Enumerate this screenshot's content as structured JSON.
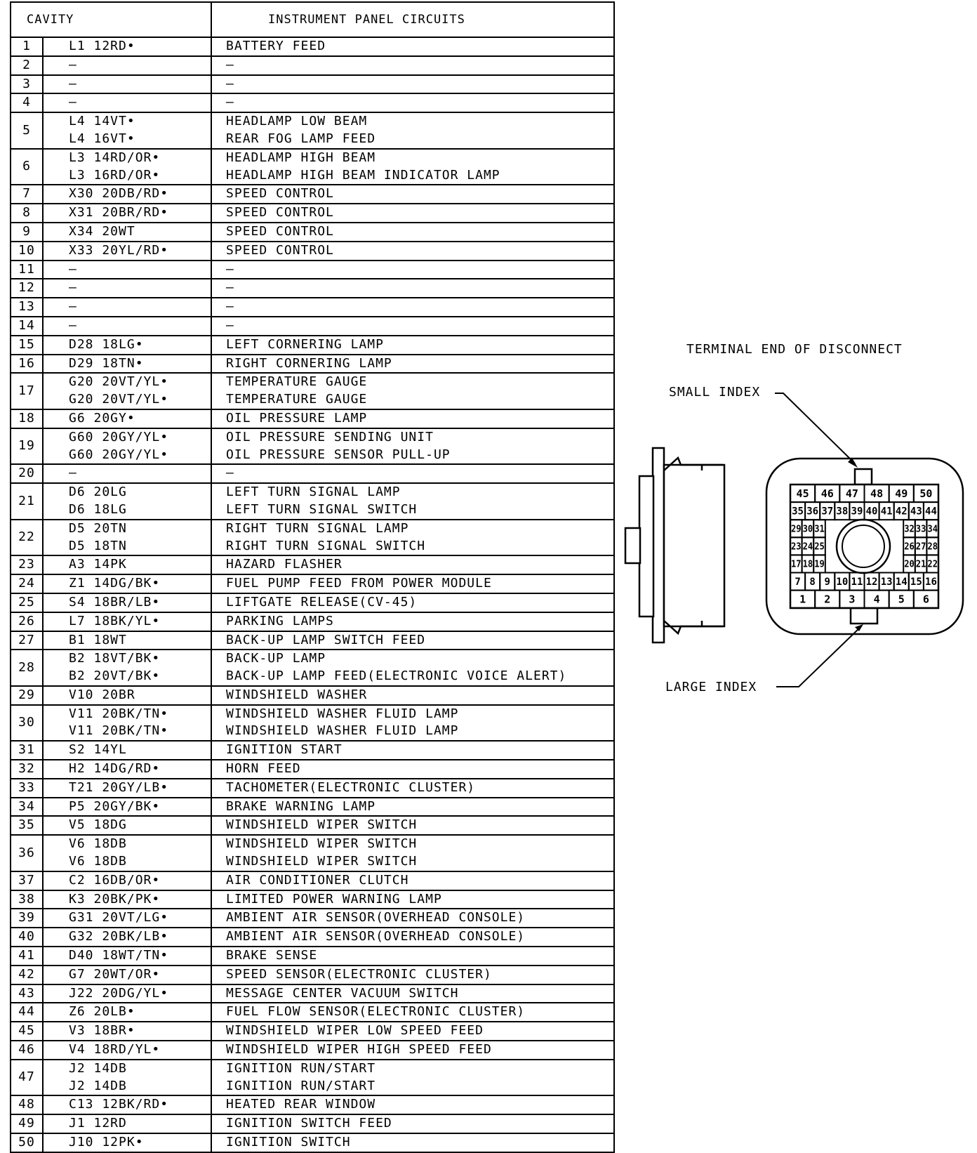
{
  "table": {
    "header_cavity": "CAVITY",
    "header_title": "INSTRUMENT PANEL CIRCUITS",
    "rows": [
      {
        "cavity": "1",
        "lines": [
          [
            "L1 12RD•",
            "BATTERY FEED"
          ]
        ]
      },
      {
        "cavity": "2",
        "lines": [
          [
            "—",
            "—"
          ]
        ]
      },
      {
        "cavity": "3",
        "lines": [
          [
            "—",
            "—"
          ]
        ]
      },
      {
        "cavity": "4",
        "lines": [
          [
            "—",
            "—"
          ]
        ]
      },
      {
        "cavity": "5",
        "lines": [
          [
            "L4 14VT•",
            "HEADLAMP LOW BEAM"
          ],
          [
            "L4 16VT•",
            "REAR FOG LAMP FEED"
          ]
        ]
      },
      {
        "cavity": "6",
        "lines": [
          [
            "L3 14RD/OR•",
            "HEADLAMP HIGH BEAM"
          ],
          [
            "L3 16RD/OR•",
            "HEADLAMP HIGH BEAM INDICATOR LAMP"
          ]
        ]
      },
      {
        "cavity": "7",
        "lines": [
          [
            "X30 20DB/RD•",
            "SPEED CONTROL"
          ]
        ]
      },
      {
        "cavity": "8",
        "lines": [
          [
            "X31 20BR/RD•",
            "SPEED CONTROL"
          ]
        ]
      },
      {
        "cavity": "9",
        "lines": [
          [
            "X34 20WT",
            "SPEED CONTROL"
          ]
        ]
      },
      {
        "cavity": "10",
        "lines": [
          [
            "X33 20YL/RD•",
            "SPEED CONTROL"
          ]
        ]
      },
      {
        "cavity": "11",
        "lines": [
          [
            "—",
            "—"
          ]
        ]
      },
      {
        "cavity": "12",
        "lines": [
          [
            "—",
            "—"
          ]
        ]
      },
      {
        "cavity": "13",
        "lines": [
          [
            "—",
            "—"
          ]
        ]
      },
      {
        "cavity": "14",
        "lines": [
          [
            "—",
            "—"
          ]
        ]
      },
      {
        "cavity": "15",
        "lines": [
          [
            "D28 18LG•",
            "LEFT CORNERING LAMP"
          ]
        ]
      },
      {
        "cavity": "16",
        "lines": [
          [
            "D29 18TN•",
            "RIGHT CORNERING LAMP"
          ]
        ]
      },
      {
        "cavity": "17",
        "lines": [
          [
            "G20 20VT/YL•",
            "TEMPERATURE GAUGE"
          ],
          [
            "G20 20VT/YL•",
            "TEMPERATURE GAUGE"
          ]
        ]
      },
      {
        "cavity": "18",
        "lines": [
          [
            "G6 20GY•",
            "OIL PRESSURE LAMP"
          ]
        ]
      },
      {
        "cavity": "19",
        "lines": [
          [
            "G60 20GY/YL•",
            "OIL PRESSURE SENDING UNIT"
          ],
          [
            "G60 20GY/YL•",
            "OIL PRESSURE SENSOR PULL-UP"
          ]
        ]
      },
      {
        "cavity": "20",
        "lines": [
          [
            "—",
            "—"
          ]
        ]
      },
      {
        "cavity": "21",
        "lines": [
          [
            "D6 20LG",
            "LEFT TURN SIGNAL LAMP"
          ],
          [
            "D6 18LG",
            "LEFT TURN SIGNAL SWITCH"
          ]
        ]
      },
      {
        "cavity": "22",
        "lines": [
          [
            "D5 20TN",
            "RIGHT TURN SIGNAL LAMP"
          ],
          [
            "D5 18TN",
            "RIGHT TURN SIGNAL SWITCH"
          ]
        ]
      },
      {
        "cavity": "23",
        "lines": [
          [
            "A3 14PK",
            "HAZARD FLASHER"
          ]
        ]
      },
      {
        "cavity": "24",
        "lines": [
          [
            "Z1 14DG/BK•",
            "FUEL PUMP FEED FROM POWER MODULE"
          ]
        ]
      },
      {
        "cavity": "25",
        "lines": [
          [
            "S4 18BR/LB•",
            "LIFTGATE RELEASE(CV-45)"
          ]
        ]
      },
      {
        "cavity": "26",
        "lines": [
          [
            "L7 18BK/YL•",
            "PARKING LAMPS"
          ]
        ]
      },
      {
        "cavity": "27",
        "lines": [
          [
            "B1 18WT",
            "BACK-UP LAMP SWITCH FEED"
          ]
        ]
      },
      {
        "cavity": "28",
        "lines": [
          [
            "B2 18VT/BK•",
            "BACK-UP LAMP"
          ],
          [
            "B2 20VT/BK•",
            "BACK-UP LAMP FEED(ELECTRONIC VOICE ALERT)"
          ]
        ]
      },
      {
        "cavity": "29",
        "lines": [
          [
            "V10 20BR",
            "WINDSHIELD WASHER"
          ]
        ]
      },
      {
        "cavity": "30",
        "lines": [
          [
            "V11 20BK/TN•",
            "WINDSHIELD WASHER FLUID LAMP"
          ],
          [
            "V11 20BK/TN•",
            "WINDSHIELD WASHER FLUID LAMP"
          ]
        ]
      },
      {
        "cavity": "31",
        "lines": [
          [
            "S2 14YL",
            "IGNITION START"
          ]
        ]
      },
      {
        "cavity": "32",
        "lines": [
          [
            "H2 14DG/RD•",
            "HORN FEED"
          ]
        ]
      },
      {
        "cavity": "33",
        "lines": [
          [
            "T21 20GY/LB•",
            "TACHOMETER(ELECTRONIC CLUSTER)"
          ]
        ]
      },
      {
        "cavity": "34",
        "lines": [
          [
            "P5 20GY/BK•",
            "BRAKE WARNING LAMP"
          ]
        ]
      },
      {
        "cavity": "35",
        "lines": [
          [
            "V5 18DG",
            "WINDSHIELD WIPER SWITCH"
          ]
        ]
      },
      {
        "cavity": "36",
        "lines": [
          [
            "V6 18DB",
            "WINDSHIELD WIPER SWITCH"
          ],
          [
            "V6 18DB",
            "WINDSHIELD WIPER SWITCH"
          ]
        ]
      },
      {
        "cavity": "37",
        "lines": [
          [
            "C2 16DB/OR•",
            "AIR CONDITIONER CLUTCH"
          ]
        ]
      },
      {
        "cavity": "38",
        "lines": [
          [
            "K3 20BK/PK•",
            "LIMITED POWER WARNING LAMP"
          ]
        ]
      },
      {
        "cavity": "39",
        "lines": [
          [
            "G31 20VT/LG•",
            "AMBIENT AIR SENSOR(OVERHEAD CONSOLE)"
          ]
        ]
      },
      {
        "cavity": "40",
        "lines": [
          [
            "G32 20BK/LB•",
            "AMBIENT AIR SENSOR(OVERHEAD CONSOLE)"
          ]
        ]
      },
      {
        "cavity": "41",
        "lines": [
          [
            "D40 18WT/TN•",
            "BRAKE SENSE"
          ]
        ]
      },
      {
        "cavity": "42",
        "lines": [
          [
            "G7 20WT/OR•",
            "SPEED SENSOR(ELECTRONIC CLUSTER)"
          ]
        ]
      },
      {
        "cavity": "43",
        "lines": [
          [
            "J22 20DG/YL•",
            "MESSAGE CENTER VACUUM SWITCH"
          ]
        ]
      },
      {
        "cavity": "44",
        "lines": [
          [
            "Z6 20LB•",
            "FUEL FLOW SENSOR(ELECTRONIC CLUSTER)"
          ]
        ]
      },
      {
        "cavity": "45",
        "lines": [
          [
            "V3 18BR•",
            "WINDSHIELD WIPER LOW SPEED FEED"
          ]
        ]
      },
      {
        "cavity": "46",
        "lines": [
          [
            "V4 18RD/YL•",
            "WINDSHIELD WIPER HIGH SPEED FEED"
          ]
        ]
      },
      {
        "cavity": "47",
        "lines": [
          [
            "J2 14DB",
            "IGNITION RUN/START"
          ],
          [
            "J2 14DB",
            "IGNITION RUN/START"
          ]
        ]
      },
      {
        "cavity": "48",
        "lines": [
          [
            "C13 12BK/RD•",
            "HEATED REAR WINDOW"
          ]
        ]
      },
      {
        "cavity": "49",
        "lines": [
          [
            "J1 12RD",
            "IGNITION SWITCH FEED"
          ]
        ]
      },
      {
        "cavity": "50",
        "lines": [
          [
            "J10 12PK•",
            "IGNITION SWITCH"
          ]
        ]
      }
    ]
  },
  "diagram": {
    "title": "TERMINAL END OF DISCONNECT",
    "small_index_label": "SMALL INDEX",
    "large_index_label": "LARGE INDEX",
    "pin_rows": [
      [
        "45",
        "46",
        "47",
        "48",
        "49",
        "50"
      ],
      [
        "35",
        "36",
        "37",
        "38",
        "39",
        "40",
        "41",
        "42",
        "43",
        "44"
      ],
      [
        "29",
        "30",
        "31",
        "32",
        "33",
        "34"
      ],
      [
        "23",
        "24",
        "25",
        "26",
        "27",
        "28"
      ],
      [
        "17",
        "18",
        "19",
        "20",
        "21",
        "22"
      ],
      [
        "7",
        "8",
        "9",
        "10",
        "11",
        "12",
        "13",
        "14",
        "15",
        "16"
      ],
      [
        "1",
        "2",
        "3",
        "4",
        "5",
        "6"
      ]
    ]
  }
}
